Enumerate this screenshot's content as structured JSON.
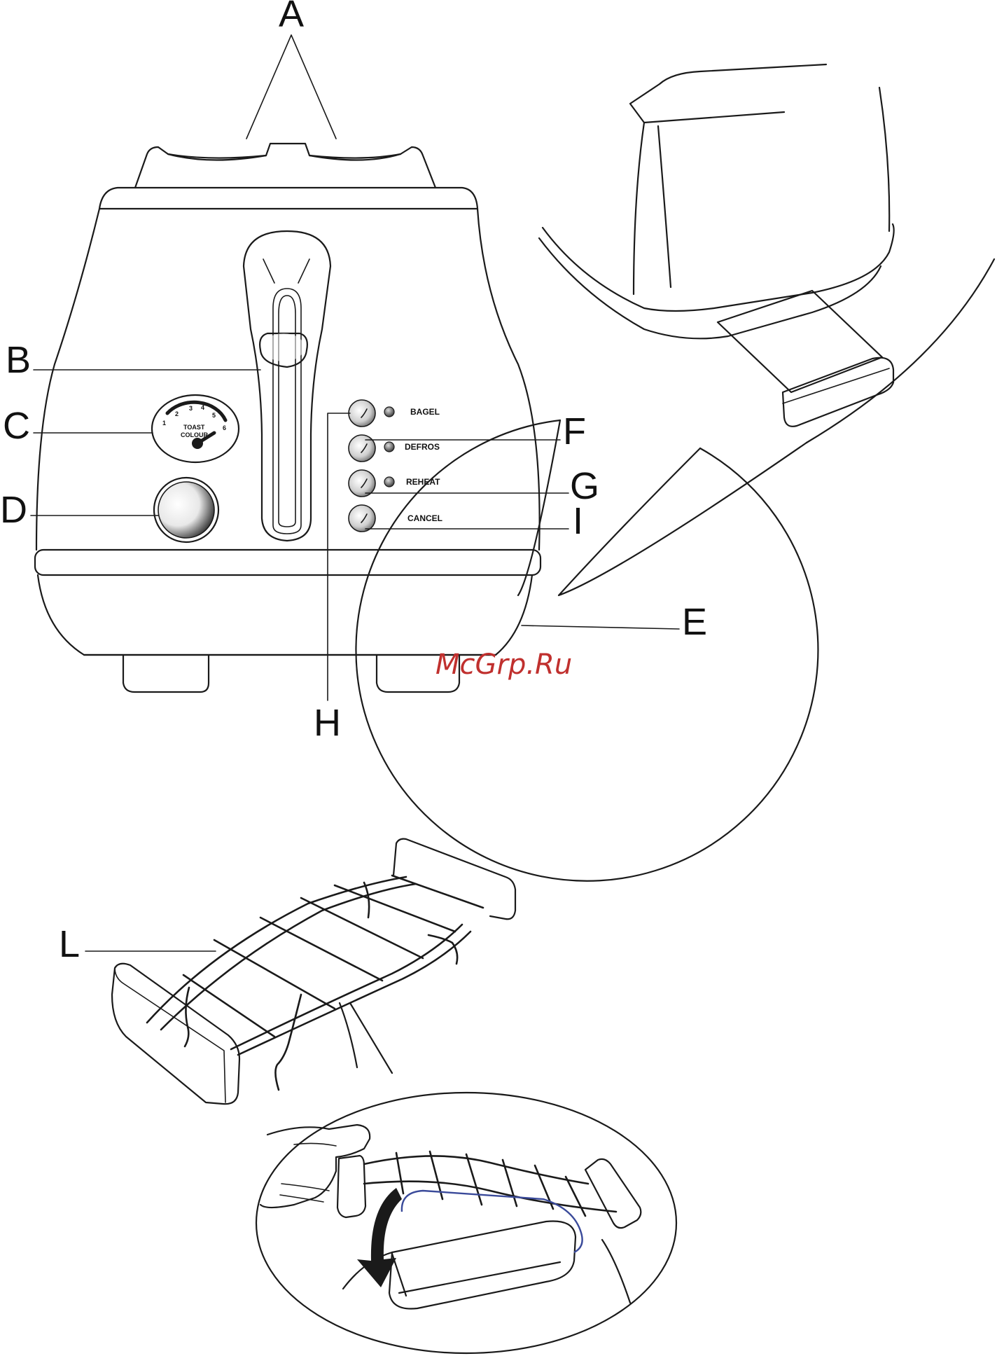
{
  "callouts": {
    "A": "A",
    "B": "B",
    "C": "C",
    "D": "D",
    "E": "E",
    "F": "F",
    "G": "G",
    "H": "H",
    "I": "I",
    "L": "L"
  },
  "buttons": {
    "bagel": "BAGEL",
    "defrost": "DEFROS",
    "reheat": "REHEAT",
    "cancel": "CANCEL"
  },
  "dial": {
    "line1": "TOAST",
    "line2": "COLOUR",
    "ticks": [
      "1",
      "2",
      "3",
      "4",
      "5",
      "6"
    ]
  },
  "watermark": "McGrp.Ru",
  "colors": {
    "watermark": "#c0302e",
    "wire_highlight": "#3a4a9a"
  }
}
